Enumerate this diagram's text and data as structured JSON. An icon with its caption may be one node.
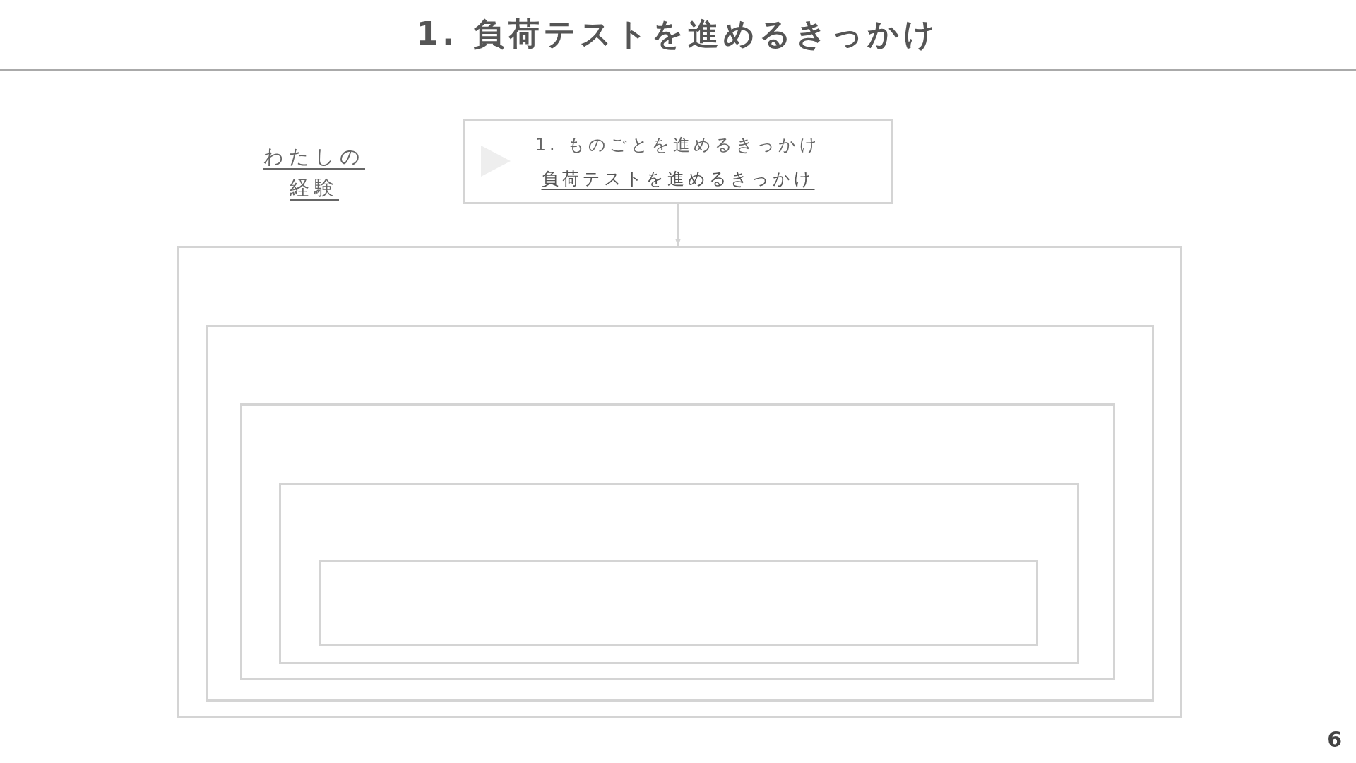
{
  "diagram": {
    "title": "1. 負荷テストを進めるきっかけ",
    "nodes": [
      {
        "text": [
          "1. ものごとを進めるきっかけ",
          "負荷テストを進めるきっかけ"
        ]
      },
      {
        "text": [],
        "shape": "box"
      },
      {
        "text": [],
        "shape": "box",
        "in": 1
      },
      {
        "text": [],
        "shape": "box",
        "in": 2
      },
      {
        "text": [],
        "shape": "box",
        "in": 3
      },
      {
        "text": [],
        "shape": "box",
        "in": 4
      }
    ],
    "edges": [
      {
        "from": 0,
        "to": 1,
        "arrow": "to"
      }
    ],
    "labels": [
      "わたしの経験",
      "6"
    ]
  }
}
